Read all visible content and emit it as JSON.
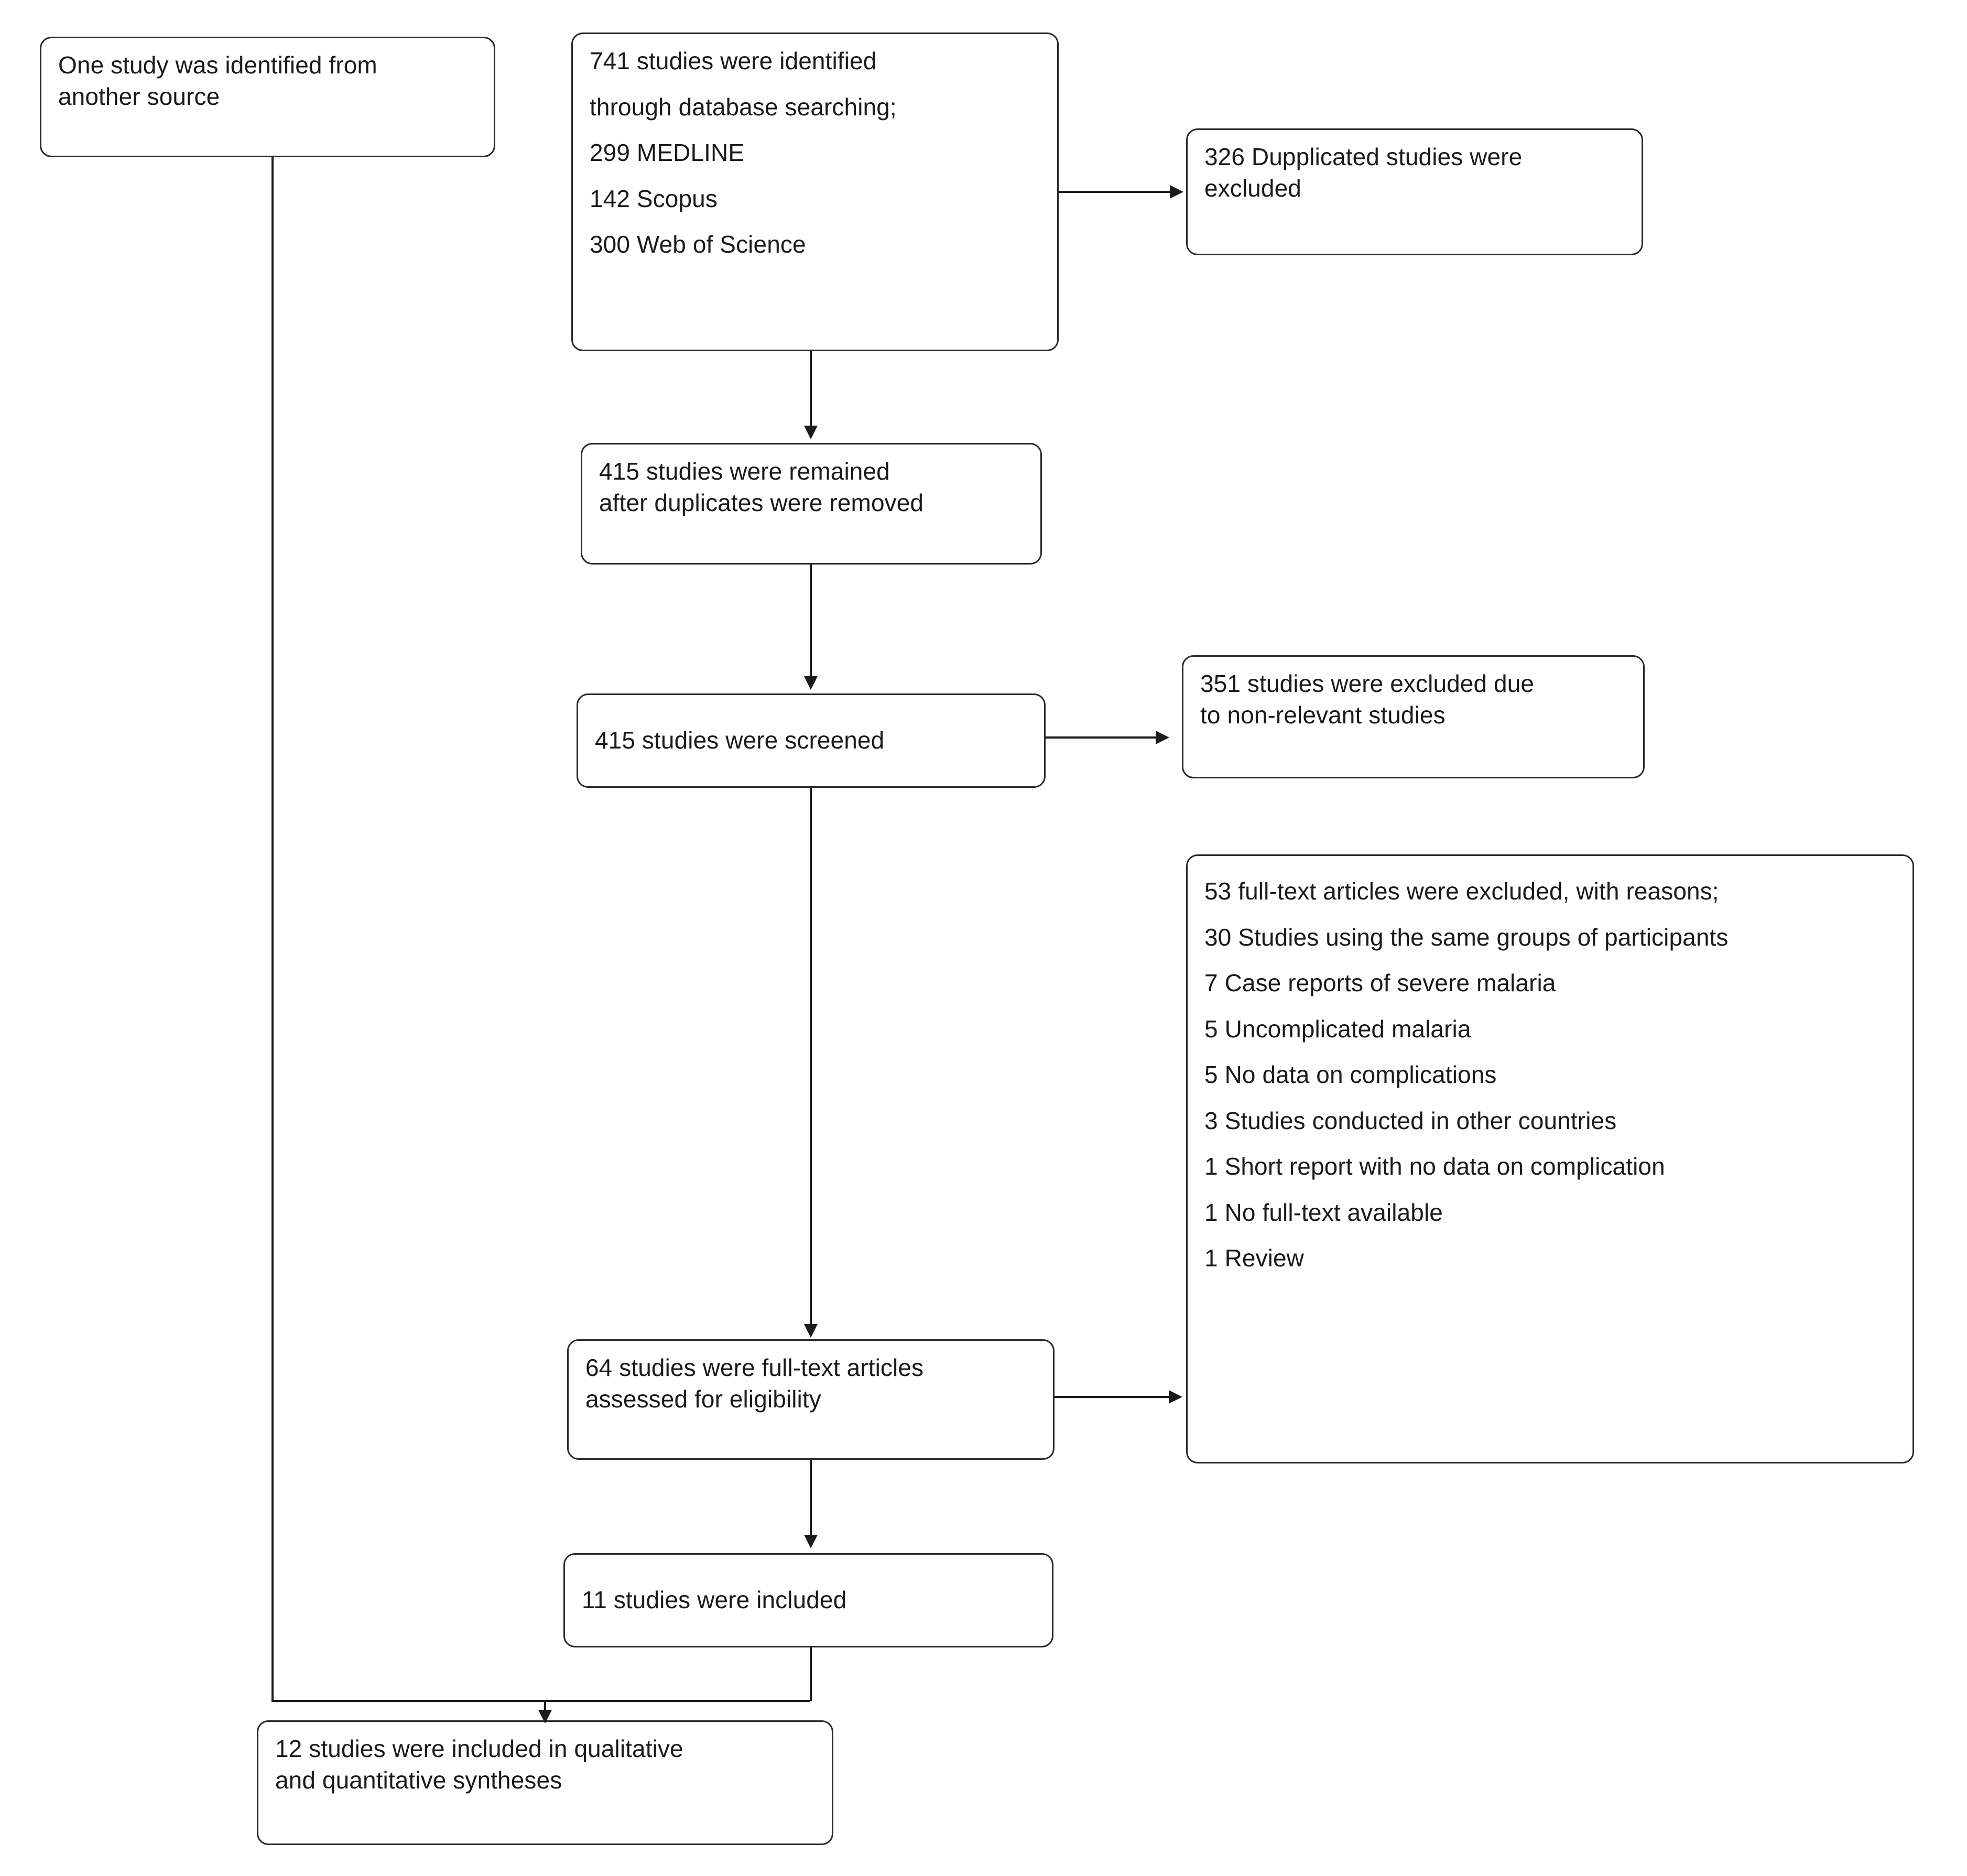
{
  "diagram": {
    "title": "PRISMA study selection flow diagram",
    "type": "prisma-flow",
    "colors": {
      "background": "#ffffff",
      "box_border": "#2b2b2b",
      "connector": "#1b1b1b",
      "text": "#1a1a1a"
    }
  },
  "nodes": {
    "other_source": {
      "lines": [
        "One study was identified from",
        "another source"
      ]
    },
    "database_search": {
      "lines": [
        "741 studies were identified",
        "through database searching;",
        "299 MEDLINE",
        "142 Scopus",
        "300 Web of Science"
      ],
      "total": 741,
      "sources": [
        {
          "name": "MEDLINE",
          "count": 299
        },
        {
          "name": "Scopus",
          "count": 142
        },
        {
          "name": "Web of Science",
          "count": 300
        }
      ]
    },
    "duplicates_excluded": {
      "lines": [
        "326 Dupplicated studies were",
        "excluded"
      ],
      "count": 326
    },
    "after_duplicates": {
      "lines": [
        "415 studies were remained",
        "after duplicates were removed"
      ],
      "count": 415
    },
    "screened": {
      "lines": [
        "415 studies were screened"
      ],
      "count": 415
    },
    "non_relevant_excluded": {
      "lines": [
        "351 studies were excluded due",
        "to non-relevant studies"
      ],
      "count": 351
    },
    "fulltext_excluded": {
      "lines": [
        "53 full-text articles were excluded, with reasons;",
        "30 Studies using the same groups of participants",
        "7 Case reports of severe malaria",
        "5 Uncomplicated malaria",
        "5 No data on complications",
        "3 Studies conducted in other countries",
        "1 Short report with no data on complication",
        "1 No full-text available",
        "1 Review"
      ],
      "total": 53,
      "reasons": [
        {
          "count": 30,
          "reason": "Studies using the same groups of participants"
        },
        {
          "count": 7,
          "reason": "Case reports of severe malaria"
        },
        {
          "count": 5,
          "reason": "Uncomplicated malaria"
        },
        {
          "count": 5,
          "reason": "No data on complications"
        },
        {
          "count": 3,
          "reason": "Studies conducted in other countries"
        },
        {
          "count": 1,
          "reason": "Short report with no data on complication"
        },
        {
          "count": 1,
          "reason": "No full-text available"
        },
        {
          "count": 1,
          "reason": "Review"
        }
      ]
    },
    "fulltext_assessed": {
      "lines": [
        "64 studies were full-text articles",
        "assessed for eligibility"
      ],
      "count": 64
    },
    "included": {
      "lines": [
        "11 studies were included"
      ],
      "count": 11
    },
    "synthesis": {
      "lines": [
        "12 studies were included in qualitative",
        "and quantitative syntheses"
      ],
      "count": 12
    }
  }
}
